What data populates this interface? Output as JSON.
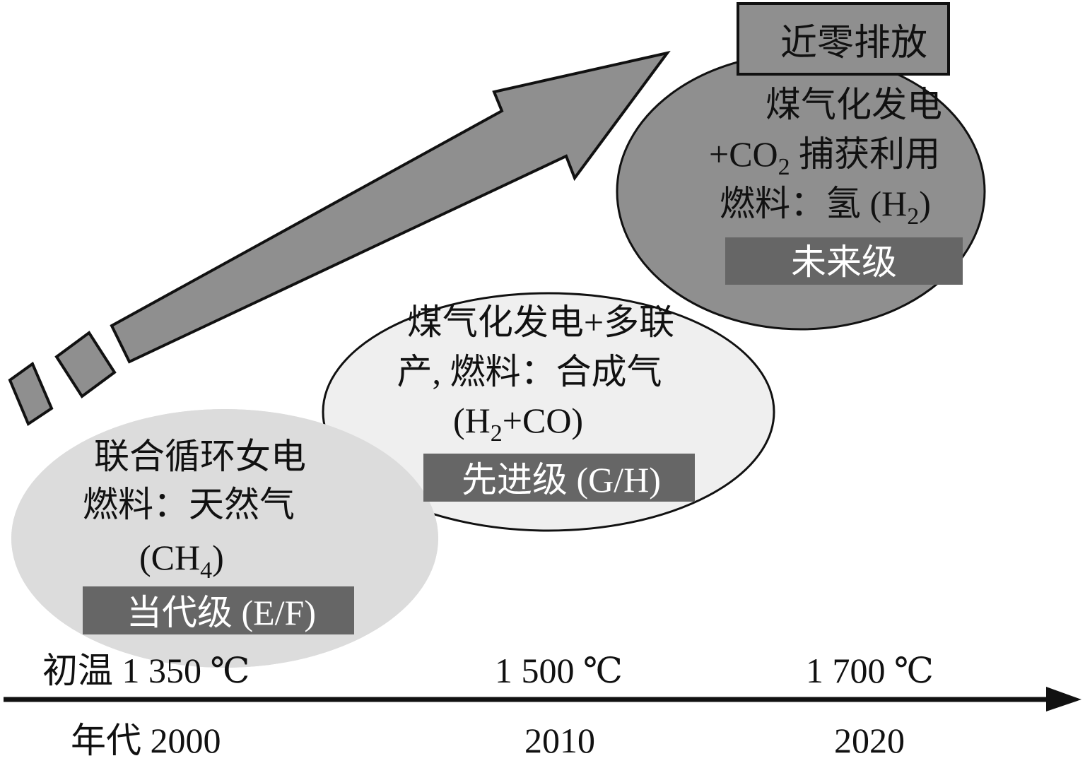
{
  "colors": {
    "ellipse_current": "#dcdcdc",
    "ellipse_advanced": "#efefef",
    "ellipse_future": "#8f8f8f",
    "label_box": "#666666",
    "arrow_fill": "#8f8f8f",
    "near_zero_box": "#8f8f8f",
    "outline": "#111111"
  },
  "top_label": "近零排放",
  "stages": {
    "current": {
      "line1": "联合循环女电",
      "line2": "燃料：天然气",
      "formula_open": "(CH",
      "formula_sub": "4",
      "formula_close": ")",
      "level": "当代级 (E/F)"
    },
    "advanced": {
      "line1": "煤气化发电+多联",
      "line2": "产, 燃料：合成气",
      "formula_open": "(H",
      "formula_sub": "2",
      "formula_close": "+CO)",
      "level": "先进级 (G/H)"
    },
    "future": {
      "line1": "煤气化发电",
      "line2_pre": "+CO",
      "line2_sub": "2",
      "line2_post": " 捕获利用",
      "line3_pre": "燃料：氢 (H",
      "line3_sub": "2",
      "line3_post": ")",
      "level": "未来级"
    }
  },
  "timeline": {
    "temperatures": [
      "初温 1 350 ℃",
      "1 500 ℃",
      "1 700 ℃"
    ],
    "years": [
      "年代 2000",
      "2010",
      "2020"
    ]
  }
}
